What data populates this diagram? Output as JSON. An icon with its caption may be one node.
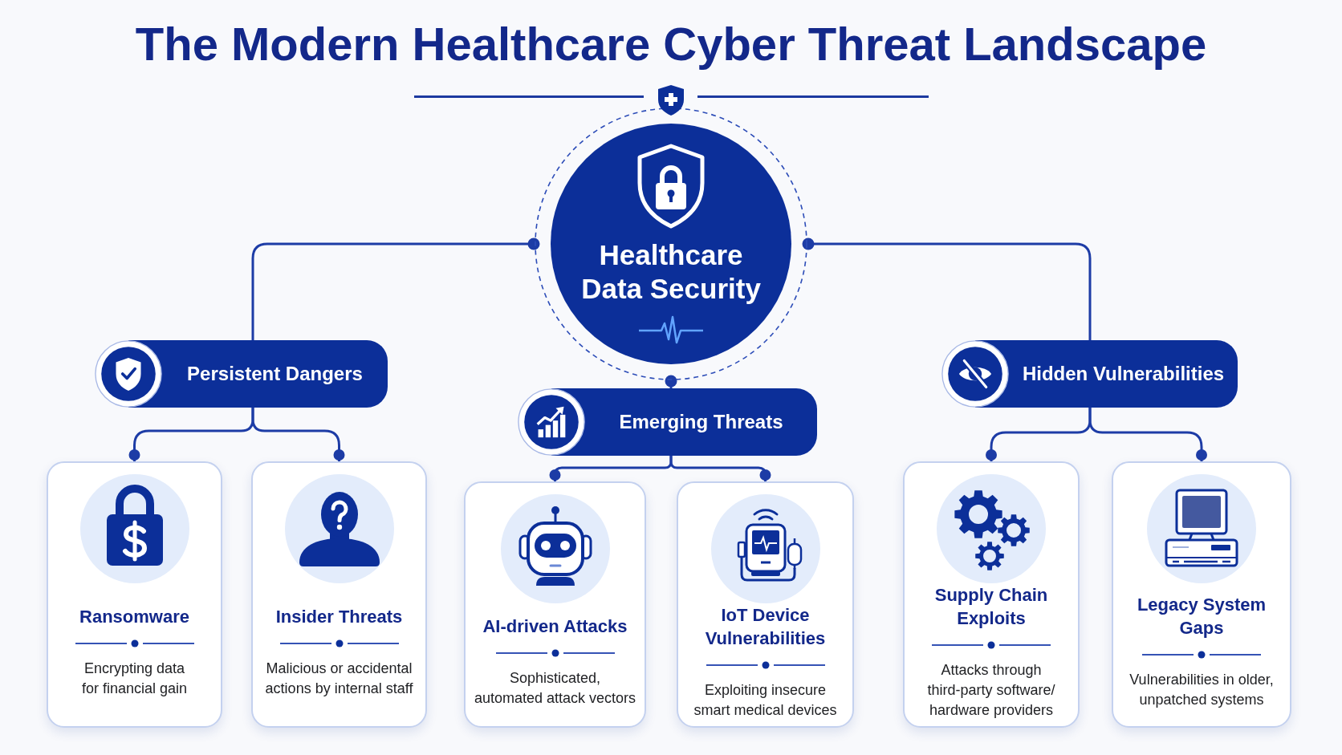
{
  "diagram": {
    "title": "The Modern Healthcare Cyber Threat Landscape",
    "nodes": [
      {
        "text": [
          "Healthcare Data Security"
        ]
      },
      {
        "text": [
          "Persistent Dangers"
        ]
      },
      {
        "text": [
          "Emerging Threats"
        ]
      },
      {
        "text": [
          "Hidden Vulnerabilities"
        ]
      },
      {
        "text": [
          "Ransomware",
          "Encrypting data for financial gain"
        ]
      },
      {
        "text": [
          "Insider Threats",
          "Malicious or accidental actions by internal staff"
        ]
      },
      {
        "text": [
          "AI-driven Attacks",
          "Sophisticated, automated attack vectors"
        ]
      },
      {
        "text": [
          "IoT Device Vulnerabilities",
          "Exploiting insecure smart medical devices"
        ]
      },
      {
        "text": [
          "Supply Chain Exploits",
          "Attacks through third-party software/ hardware providers"
        ]
      },
      {
        "text": [
          "Legacy System Gaps",
          "Vulnerabilities in older, unpatched systems"
        ]
      }
    ],
    "edges": [
      {
        "from": 0,
        "to": 1,
        "arrow": "other"
      },
      {
        "from": 0,
        "to": 2,
        "arrow": "other"
      },
      {
        "from": 0,
        "to": 3,
        "arrow": "other"
      },
      {
        "from": 1,
        "to": 4,
        "arrow": "other"
      },
      {
        "from": 1,
        "to": 5,
        "arrow": "other"
      },
      {
        "from": 2,
        "to": 6,
        "arrow": "other"
      },
      {
        "from": 2,
        "to": 7,
        "arrow": "other"
      },
      {
        "from": 3,
        "to": 8,
        "arrow": "other"
      },
      {
        "from": 3,
        "to": 9,
        "arrow": "other"
      }
    ]
  }
}
